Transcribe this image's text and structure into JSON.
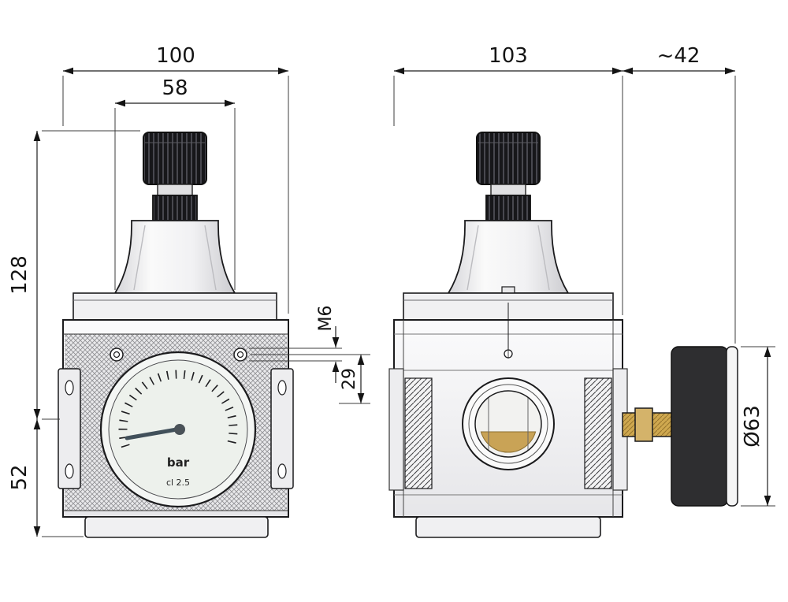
{
  "front_view": {
    "dim_overall_width": "100",
    "dim_bonnet_width": "58",
    "dim_upper_height": "128",
    "dim_lower_height": "52",
    "gauge_unit": "bar",
    "gauge_class": "cl 2.5"
  },
  "side_view": {
    "dim_overall_depth": "103",
    "dim_gauge_offset": "~42",
    "thread_label": "M6",
    "dim_thread_position": "29",
    "dim_gauge_diameter": "Ø63"
  },
  "colors": {
    "line": "#1b1b1d",
    "brass": "#c9a356",
    "gauge_case": "#2e2e30",
    "gauge_face": "#edf1ec"
  }
}
